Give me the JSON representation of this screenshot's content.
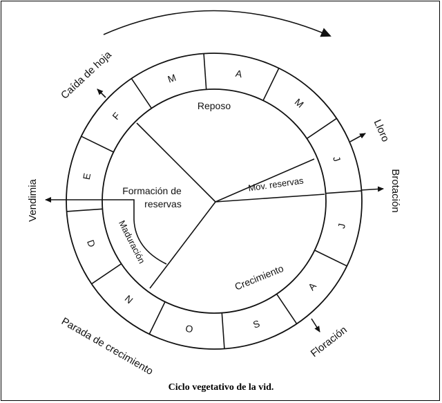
{
  "months": [
    {
      "label": "D"
    },
    {
      "label": "E"
    },
    {
      "label": "F"
    },
    {
      "label": "M"
    },
    {
      "label": "A"
    },
    {
      "label": "M"
    },
    {
      "label": "J"
    },
    {
      "label": "J"
    },
    {
      "label": "A"
    },
    {
      "label": "S"
    },
    {
      "label": "O"
    },
    {
      "label": "N"
    }
  ],
  "phases": {
    "reposo": "Reposo",
    "mov_reservas": "Mov. reservas",
    "crecimiento": "Crecimiento",
    "formacion_line1": "Formación de",
    "formacion_line2": "reservas",
    "maduracion": "Maduración"
  },
  "events": {
    "caida_hoja": "Caída de hoja",
    "lloro": "Lloro",
    "brotacion": "Brotación",
    "floracion": "Floración",
    "parada": "Parada de crecimiento",
    "vendimia": "Vendimia"
  },
  "caption": "Ciclo vegetativo de la vid.",
  "colors": {
    "ink": "#111111",
    "background": "#ffffff"
  }
}
